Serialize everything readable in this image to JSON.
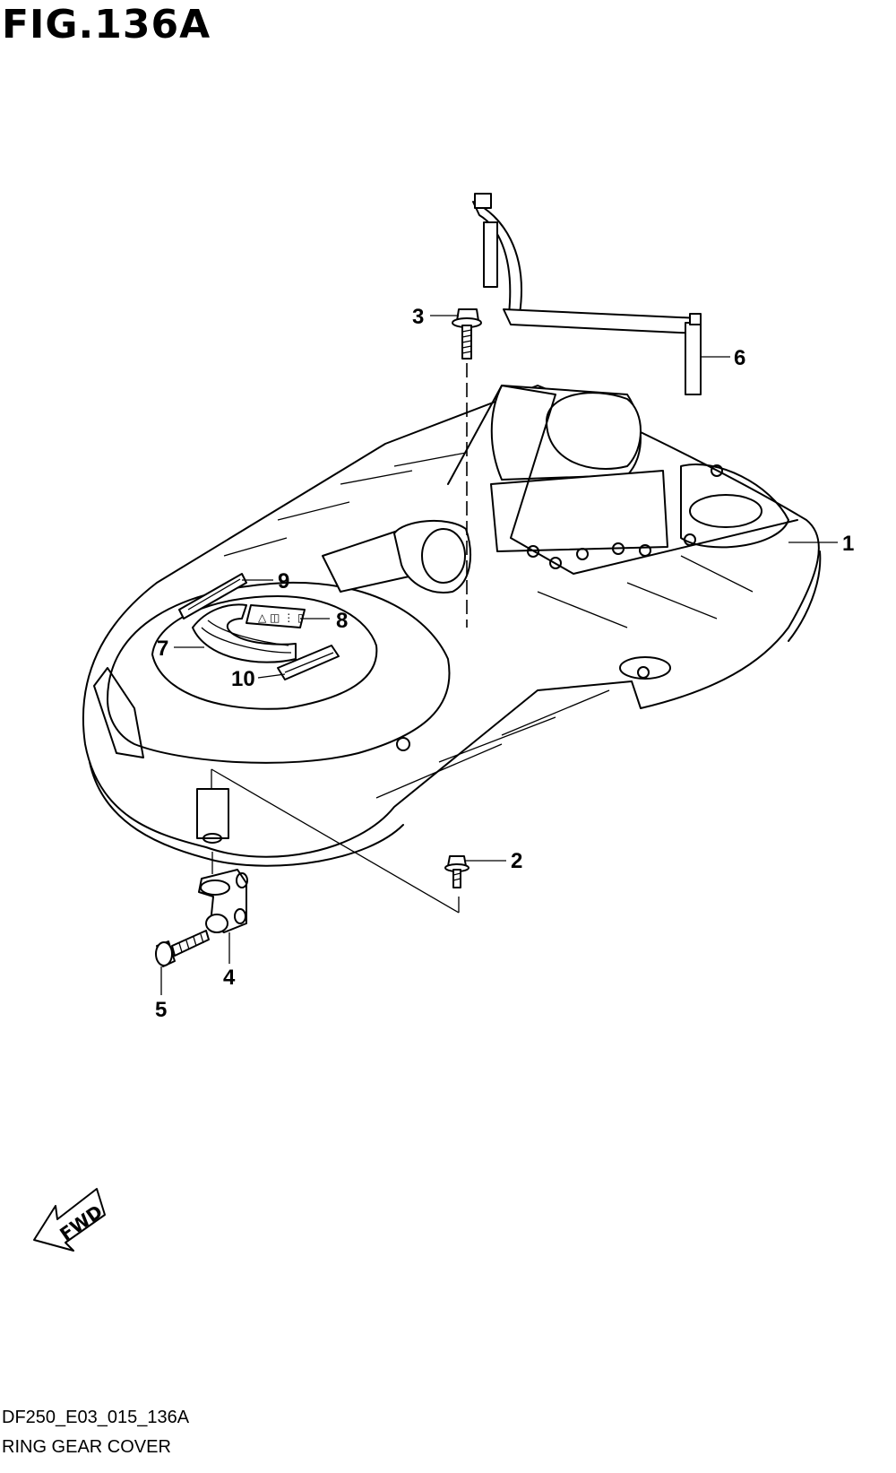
{
  "figure": {
    "title": "FIG.136A"
  },
  "callouts": [
    {
      "id": "1",
      "label": "1"
    },
    {
      "id": "2",
      "label": "2"
    },
    {
      "id": "3",
      "label": "3"
    },
    {
      "id": "4",
      "label": "4"
    },
    {
      "id": "5",
      "label": "5"
    },
    {
      "id": "6",
      "label": "6"
    },
    {
      "id": "7",
      "label": "7"
    },
    {
      "id": "8",
      "label": "8"
    },
    {
      "id": "9",
      "label": "9"
    },
    {
      "id": "10",
      "label": "10"
    }
  ],
  "fwd_arrow": {
    "label": "FWD"
  },
  "footer": {
    "code": "DF250_E03_015_136A",
    "name": "RING GEAR COVER"
  }
}
